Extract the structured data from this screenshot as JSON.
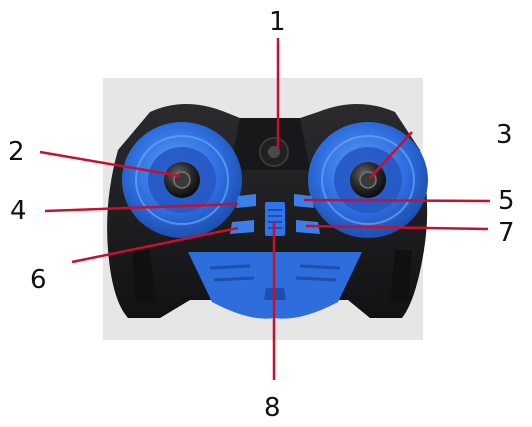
{
  "callouts": [
    {
      "id": "1",
      "label": "1",
      "part": "center-dial"
    },
    {
      "id": "2",
      "label": "2",
      "part": "left-joystick"
    },
    {
      "id": "3",
      "label": "3",
      "part": "right-joystick"
    },
    {
      "id": "4",
      "label": "4",
      "part": "left-upper-button"
    },
    {
      "id": "5",
      "label": "5",
      "part": "right-upper-button"
    },
    {
      "id": "6",
      "label": "6",
      "part": "left-lower-button"
    },
    {
      "id": "7",
      "label": "7",
      "part": "right-lower-button"
    },
    {
      "id": "8",
      "label": "8",
      "part": "power-switch"
    }
  ],
  "colors": {
    "backdrop": "#e8e8e8",
    "body": "#1c1c1e",
    "blue": "#2e6fe0",
    "blue_light": "#4a8ff0",
    "leader": "#c8102e",
    "text": "#111111"
  }
}
